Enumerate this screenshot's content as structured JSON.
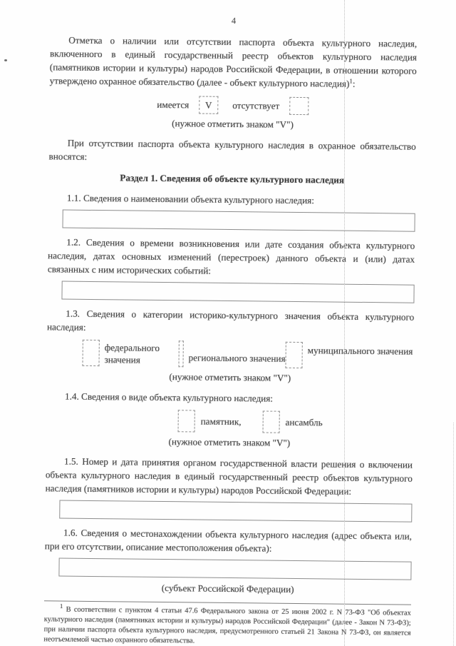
{
  "page_number": "4",
  "colors": {
    "ink": "#474747",
    "box_border": "#8d8d8d",
    "fold_line": "#bdbdbd"
  },
  "intro": {
    "text": "Отметка о наличии или отсутствии паспорта объекта культурного наследия, включенного в единый государственный реестр объектов культурного наследия (памятников истории и культуры) народов Российской Федерации, в отношении которого утверждено охранное обязательство (далее - объект культурного наследия)",
    "ref": "1",
    "tail": ":"
  },
  "passport": {
    "present_label": "имеется",
    "present_value": "V",
    "absent_label": "отсутствует",
    "absent_value": "",
    "note": "(нужное отметить знаком \"V\")"
  },
  "absence_line": "При отсутствии паспорта объекта культурного наследия в охранное обязательство вносятся:",
  "section1": {
    "title": "Раздел 1. Сведения об объекте культурного наследия",
    "i11": {
      "label": "1.1. Сведения о наименовании объекта культурного наследия:",
      "value": ""
    },
    "i12": {
      "label": "1.2. Сведения о времени возникновения или дате создания объекта культурного наследия, датах основных изменений (перестроек) данного объекта и (или) датах связанных с ним исторических событий:",
      "value": ""
    },
    "i13": {
      "label": "1.3. Сведения о категории историко-культурного значения объекта культурного наследия:",
      "note": "(нужное отметить знаком \"V\")",
      "options": [
        {
          "label": "федерального значения",
          "value": ""
        },
        {
          "label": "регионального значения",
          "value": ""
        },
        {
          "label": "муниципального значения",
          "value": ""
        }
      ]
    },
    "i14": {
      "label": "1.4. Сведения о виде объекта культурного наследия:",
      "note": "(нужное отметить знаком \"V\")",
      "options": [
        {
          "label": "памятник,",
          "value": ""
        },
        {
          "label": "ансамбль",
          "value": ""
        }
      ]
    },
    "i15": {
      "label": "1.5. Номер и дата принятия органом государственной власти решения о включении объекта культурного наследия в единый государственный реестр объектов культурного наследия (памятников истории и культуры) народов Российской Федерации:",
      "value": ""
    },
    "i16": {
      "label": "1.6. Сведения о местонахождении объекта культурного наследия (адрес объекта или, при его отсутствии, описание местоположения объекта):",
      "value": "",
      "caption": "(субъект Российской Федерации)"
    }
  },
  "footnote": {
    "ref": "1",
    "text": "В соответствии с пунктом 4 статьи 47.6 Федерального закона от 25 июня 2002 г. N 73-ФЗ \"Об объектах культурного наследия (памятниках истории и культуры) народов Российской Федерации\" (далее - Закон N 73-ФЗ); при наличии паспорта объекта культурного наследия, предусмотренного статьей 21 Закона N 73-ФЗ, он является неотъемлемой частью охранного обязательства."
  }
}
